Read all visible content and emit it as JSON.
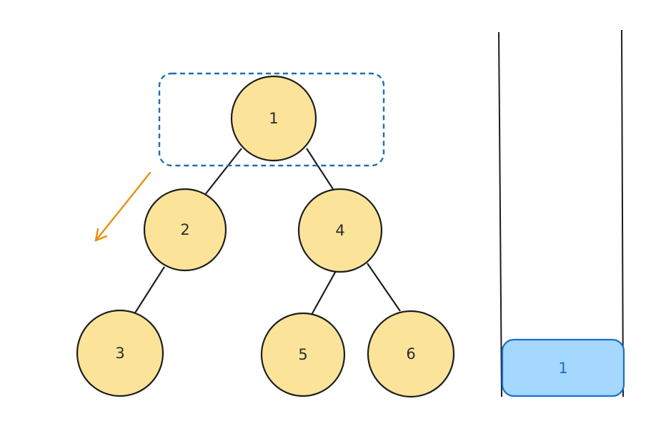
{
  "tree": {
    "nodes": [
      {
        "id": "n1",
        "label": "1"
      },
      {
        "id": "n2",
        "label": "2"
      },
      {
        "id": "n4",
        "label": "4"
      },
      {
        "id": "n3",
        "label": "3"
      },
      {
        "id": "n5",
        "label": "5"
      },
      {
        "id": "n6",
        "label": "6"
      }
    ],
    "edges": [
      {
        "from": "n1",
        "to": "n2"
      },
      {
        "from": "n1",
        "to": "n4"
      },
      {
        "from": "n2",
        "to": "n3"
      },
      {
        "from": "n4",
        "to": "n5"
      },
      {
        "from": "n4",
        "to": "n6"
      }
    ],
    "highlighted_node": "n1",
    "traversal_direction": "down-left"
  },
  "stack": {
    "items": [
      {
        "label": "1"
      }
    ]
  },
  "colors": {
    "node_fill": "#fbe49a",
    "node_stroke": "#1e1e1e",
    "edge": "#1e1e1e",
    "highlight_box": "#1f6fb2",
    "arrow": "#e8900f",
    "stack_walls": "#1e1e1e",
    "stack_item_fill": "#a5d8ff",
    "stack_item_stroke": "#1971c2",
    "stack_item_text": "#1971c2"
  }
}
